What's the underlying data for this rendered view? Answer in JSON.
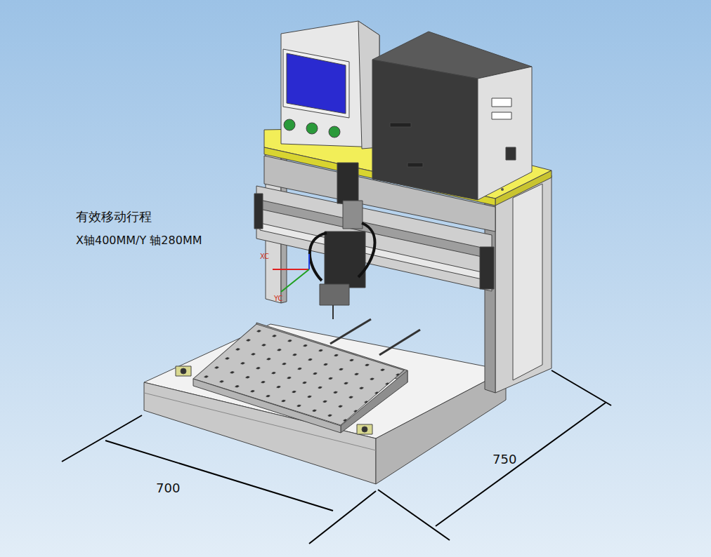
{
  "diagram": {
    "labels": [
      "有效移动行程",
      "X轴400MM/Y 轴280MM",
      "XC",
      "YC",
      "700",
      "750"
    ]
  }
}
